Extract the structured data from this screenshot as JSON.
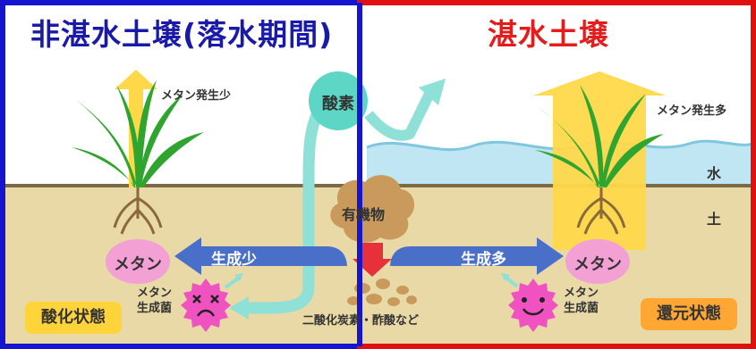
{
  "left_panel": {
    "title": "非湛水土壌(落水期間)",
    "methane_emission": "メタン発生少",
    "methane_label": "メタン",
    "production_arrow": "生成少",
    "bacteria_label": "メタン\n生成菌",
    "state": "酸化状態",
    "border_color": "#1515d0"
  },
  "right_panel": {
    "title": "湛水土壌",
    "methane_emission": "メタン発生多",
    "methane_label": "メタン",
    "production_arrow": "生成多",
    "bacteria_label": "メタン\n生成菌",
    "state": "還元状態",
    "border_color": "#e01010"
  },
  "center": {
    "oxygen": "酸素",
    "organic_matter": "有機物",
    "byproducts": "二酸化炭素・酢酸など"
  },
  "layers": {
    "water": "水",
    "soil": "土"
  },
  "colors": {
    "soil": "#e8d9a6",
    "water": "#bfe6f2",
    "arrow_blue": "#4a6fc9",
    "oxygen": "#5ed6c6",
    "methane_bubble": "#f3a0d4",
    "bacteria": "#f052c2",
    "sun_arrow": "#ffd84a",
    "state_left": "#ffd33a",
    "state_right": "#ffa633"
  }
}
